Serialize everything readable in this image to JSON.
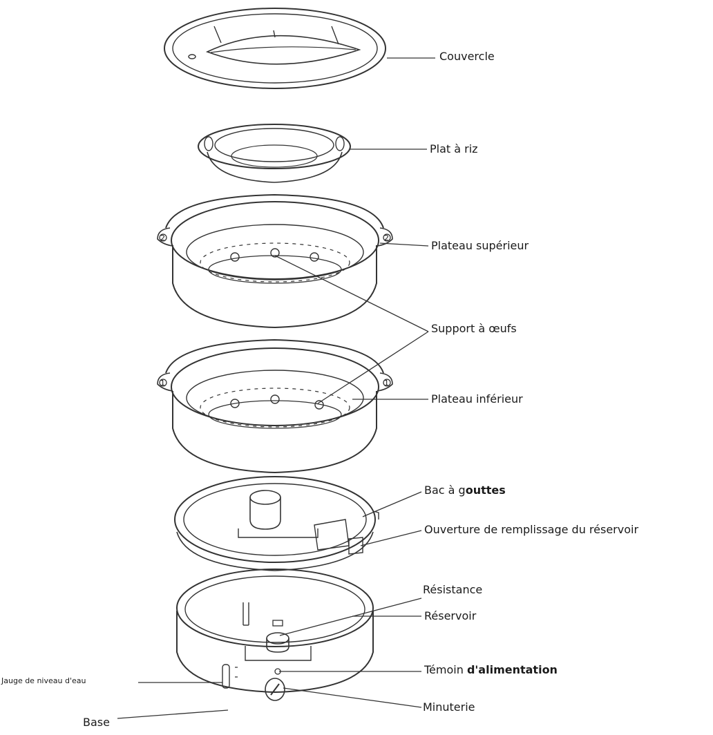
{
  "labels": {
    "couvercle": "Couvercle",
    "plat_riz": "Plat à riz",
    "plateau_superieur": "Plateau supérieur",
    "support_oeufs": "Support à œufs",
    "plateau_inferieur": "Plateau inférieur",
    "bac_gouttes_prefix": "Bac à g",
    "bac_gouttes_bold": "outtes",
    "ouverture": "Ouverture de remplissage du réservoir",
    "resistance": "Résistance",
    "reservoir": "Réservoir",
    "temoin_prefix": "Témoin ",
    "temoin_bold": "d'alimentation",
    "jauge": "Jauge de niveau d'eau",
    "minuterie": "Minuterie",
    "base": "Base"
  },
  "tray_numbers": {
    "upper": "2",
    "lower": "1"
  }
}
